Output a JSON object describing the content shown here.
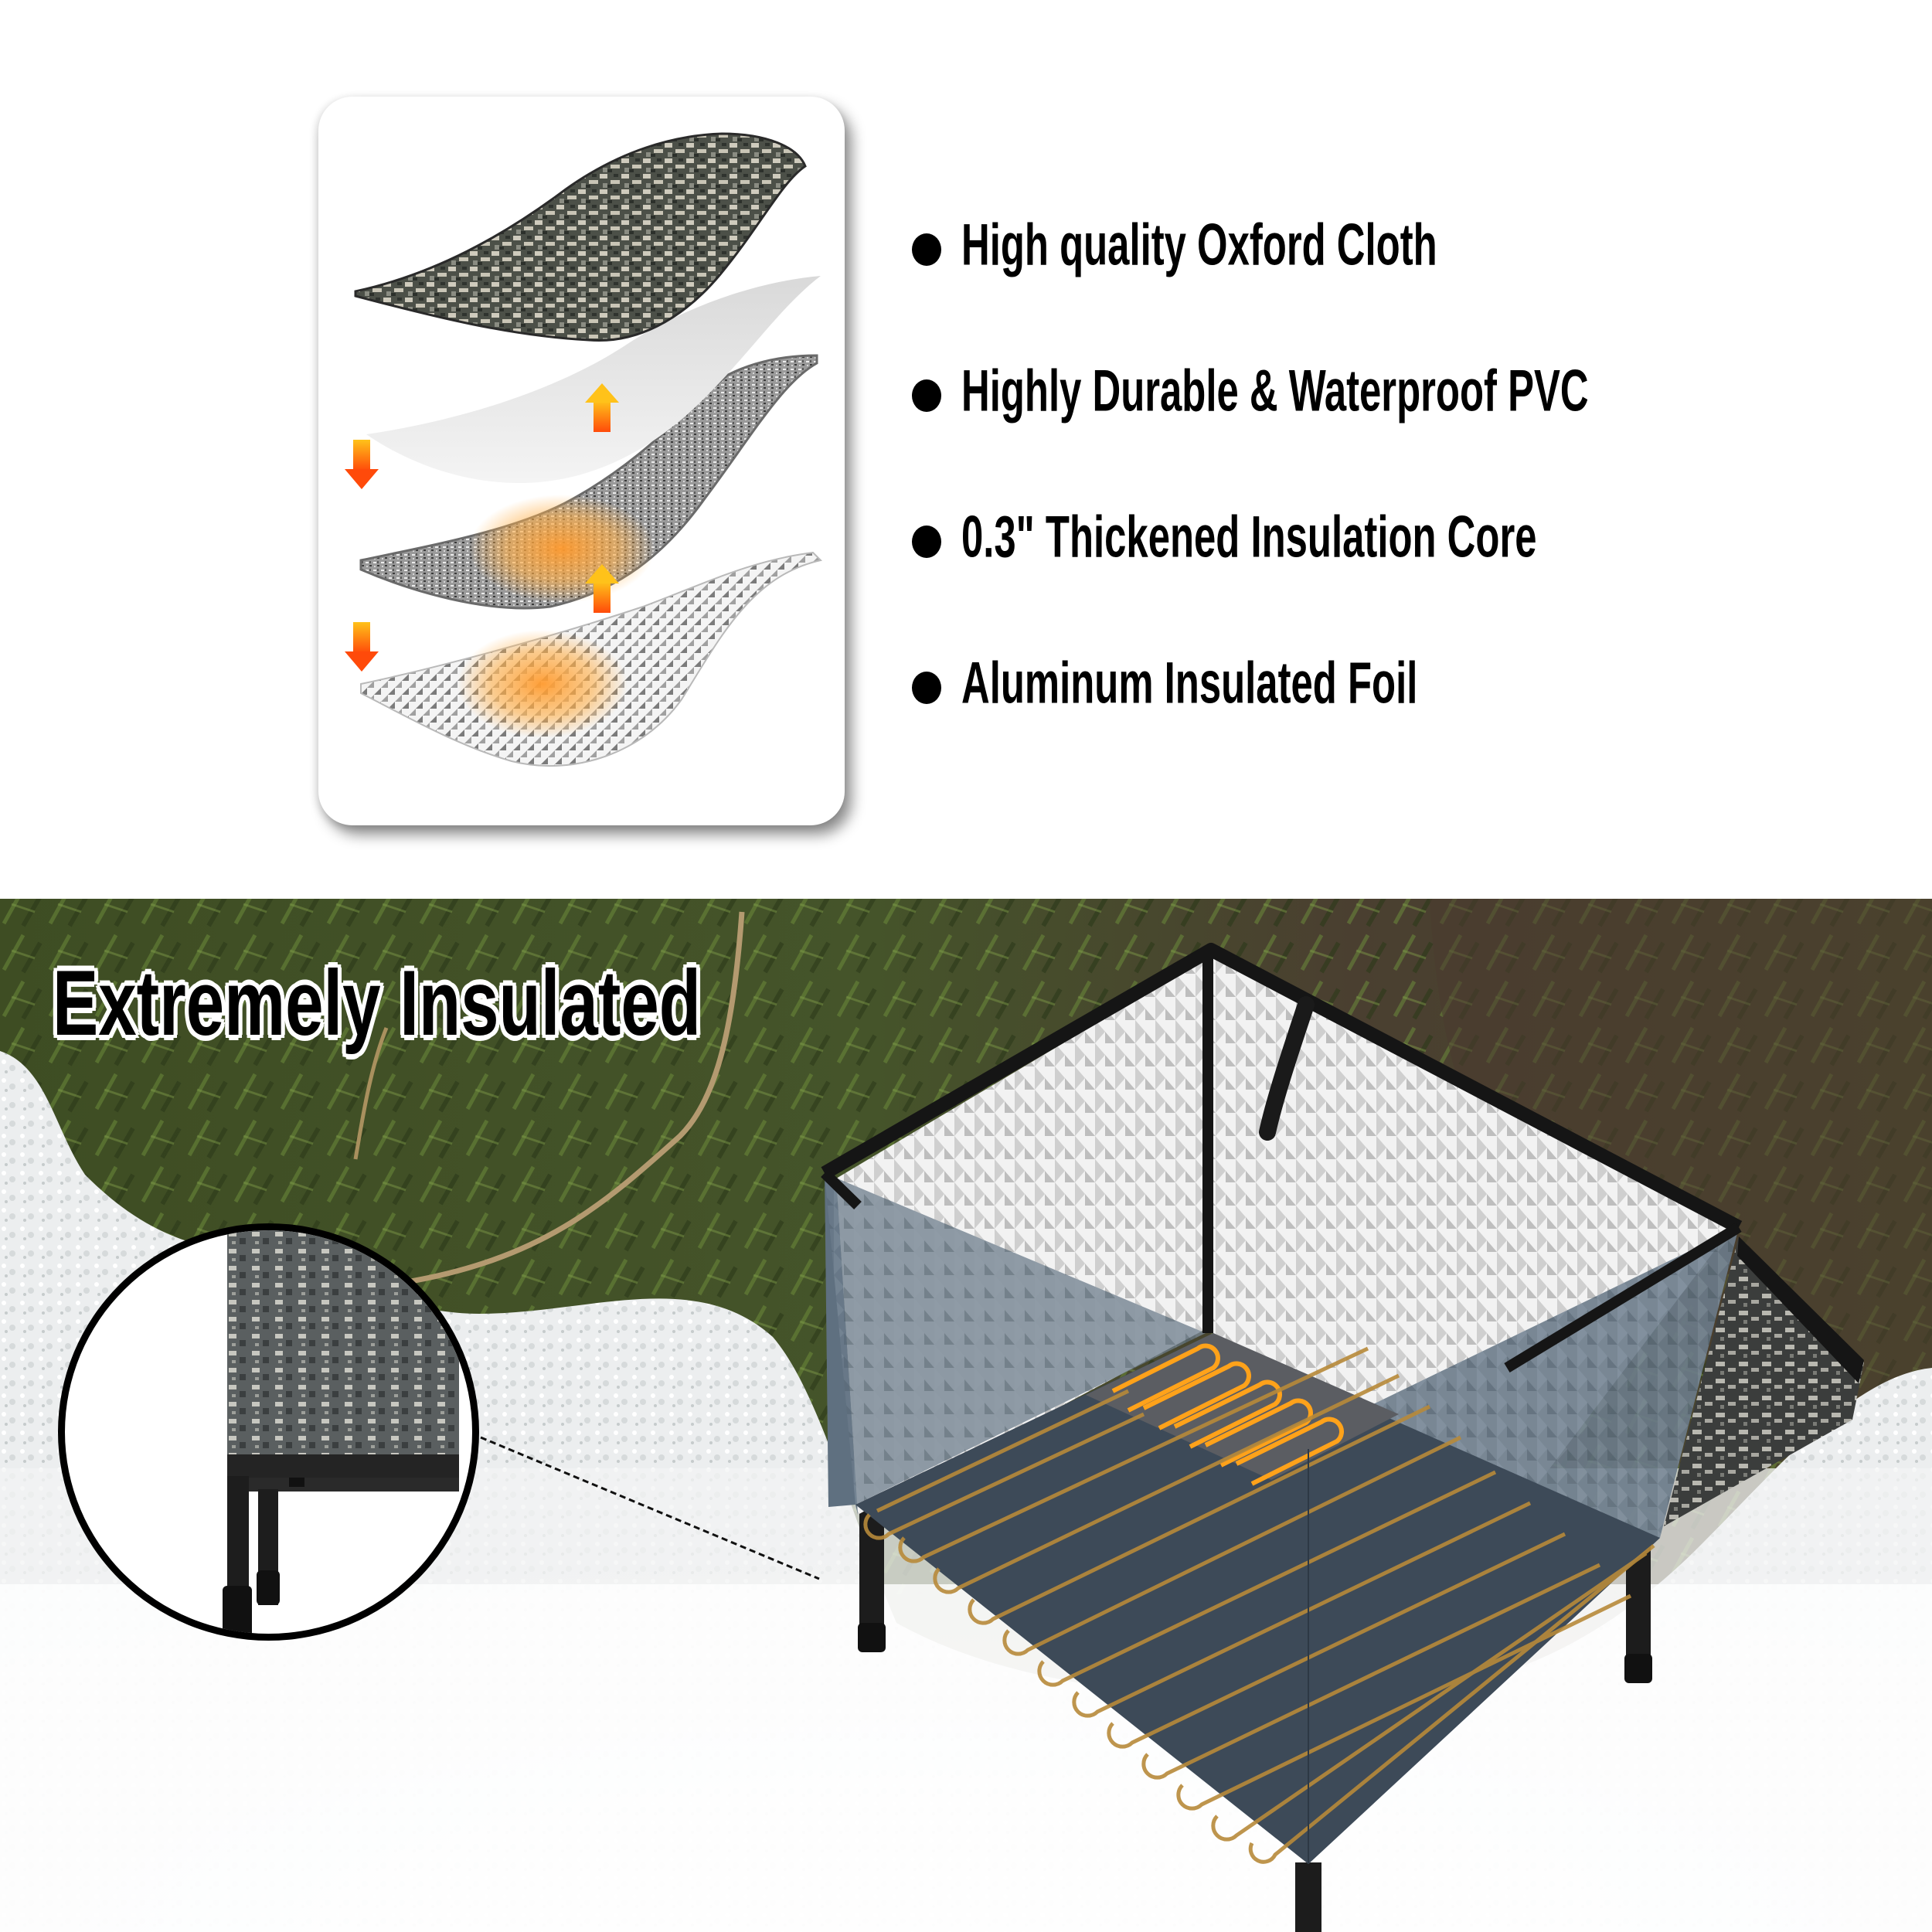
{
  "features": {
    "items": [
      {
        "label": "High quality Oxford Cloth",
        "bullet": "filled-circle"
      },
      {
        "label": "Highly Durable & Waterproof PVC",
        "bullet": "filled-circle"
      },
      {
        "label": "0.3\" Thickened Insulation Core",
        "bullet": "filled-circle"
      },
      {
        "label": "Aluminum Insulated Foil",
        "bullet": "filled-circle"
      }
    ]
  },
  "layers_card": {
    "layers": [
      {
        "name": "oxford-cloth-camo-layer"
      },
      {
        "name": "pvc-white-layer"
      },
      {
        "name": "insulation-core-layer"
      },
      {
        "name": "aluminum-foil-layer"
      }
    ],
    "heat_arrows": {
      "down": 2,
      "up": 2
    },
    "colors": {
      "arrow_top": "#ffc21a",
      "arrow_bottom": "#ff4a0a",
      "heat_glow": "#ff9a2e"
    }
  },
  "scene": {
    "headline": "Extremely Insulated",
    "colors": {
      "foliage": "#3d4a22",
      "snow": "#eef1f2",
      "box_panel": "#5f7080",
      "binding": "#141414",
      "heating_pad": "#3d4a58",
      "heating_wire": "#c08a35",
      "heating_wire_active": "#ff9d1a"
    },
    "inset": {
      "subject": "adjustable-leg-detail"
    }
  }
}
